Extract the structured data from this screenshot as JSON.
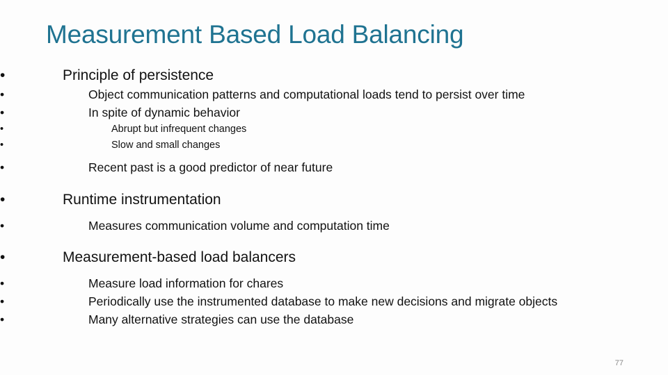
{
  "slide": {
    "title": "Measurement Based Load Balancing",
    "title_color": "#1f7391",
    "background_color": "#fdfdfd",
    "text_color": "#111111",
    "bullet_glyph": "•",
    "page_number": "77"
  },
  "content": {
    "blocks": [
      {
        "level": 1,
        "text": "Principle of persistence"
      },
      {
        "level": 2,
        "text": "Object communication patterns and computational loads tend to persist over time"
      },
      {
        "level": 2,
        "text": "In spite of dynamic behavior"
      },
      {
        "level": 3,
        "text": "Abrupt but infrequent changes"
      },
      {
        "level": 3,
        "text": "Slow and small changes"
      },
      {
        "level": 2,
        "text": "Recent past is a good predictor of near future"
      },
      {
        "level": 1,
        "text": "Runtime instrumentation"
      },
      {
        "level": 2,
        "text": "Measures communication volume and computation time"
      },
      {
        "level": 1,
        "text": "Measurement-based load balancers"
      },
      {
        "level": 2,
        "text": "Measure load information for chares"
      },
      {
        "level": 2,
        "text": "Periodically use the instrumented database to make new decisions and migrate objects"
      },
      {
        "level": 2,
        "text": "Many alternative strategies can use the database"
      }
    ]
  }
}
